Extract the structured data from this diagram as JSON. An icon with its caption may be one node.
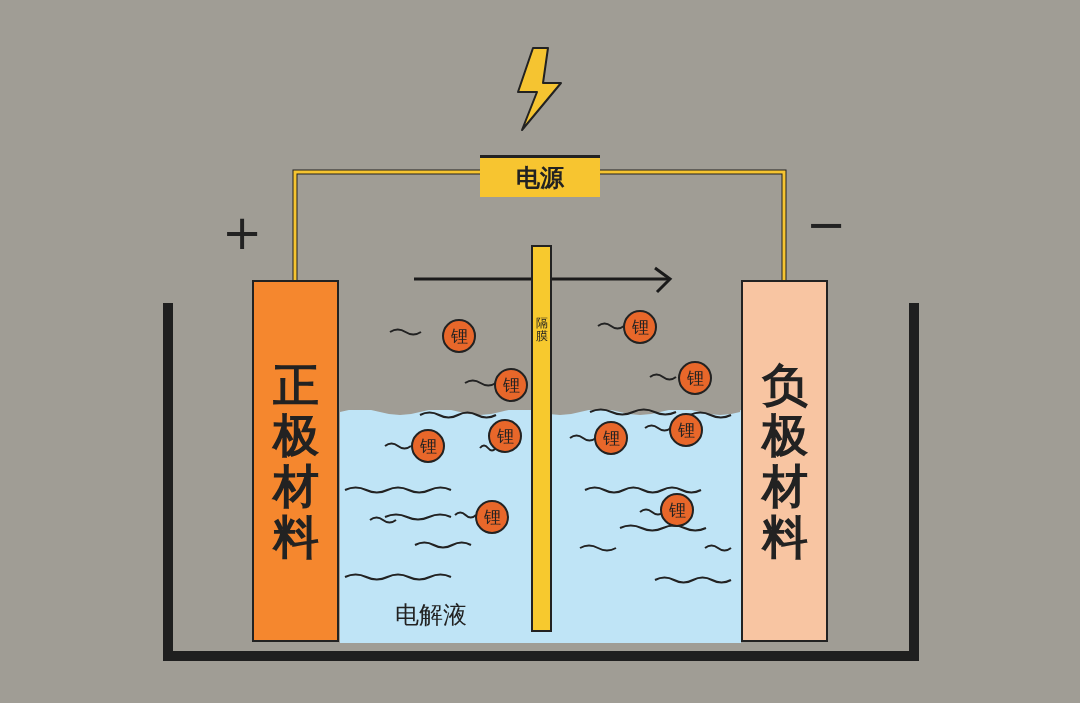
{
  "diagram": {
    "nodes": [
      {
        "text": [
          "电源"
        ]
      },
      {
        "text": [
          "正极材料"
        ]
      },
      {
        "text": [
          "隔膜"
        ]
      },
      {
        "text": [
          "负极材料"
        ]
      },
      {
        "text": [
          "电解液"
        ]
      },
      {
        "text": [
          "锂"
        ]
      },
      {
        "text": [
          "锂"
        ]
      },
      {
        "text": [
          "锂"
        ],
        "in": 4
      },
      {
        "text": [
          "锂"
        ],
        "in": 4
      },
      {
        "text": [
          "锂"
        ],
        "in": 4
      },
      {
        "text": [
          "锂"
        ]
      },
      {
        "text": [
          "锂"
        ]
      },
      {
        "text": [
          "锂"
        ],
        "in": 4
      },
      {
        "text": [
          "锂"
        ],
        "in": 4
      },
      {
        "text": [
          "锂"
        ],
        "in": 4
      }
    ],
    "edges": [
      {
        "from": 0,
        "to": 1,
        "arrow": "none"
      },
      {
        "from": 0,
        "to": 3,
        "arrow": "none"
      }
    ],
    "labels": [
      "+",
      "−"
    ]
  }
}
